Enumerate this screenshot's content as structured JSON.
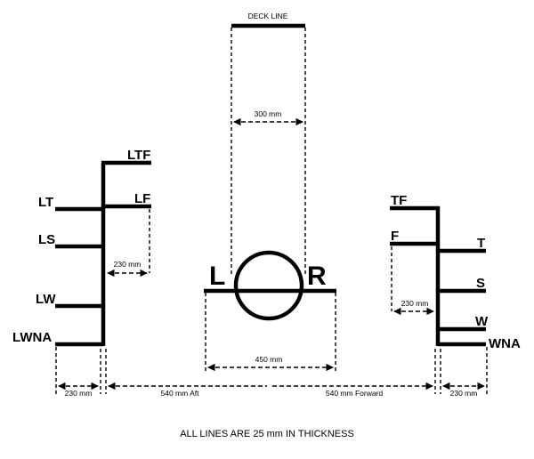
{
  "deck": {
    "deck_line_label": "DECK LINE",
    "deck_to_ring_width": "300 mm"
  },
  "center": {
    "left_label": "L",
    "right_label": "R",
    "base_width": "450 mm"
  },
  "aft_marks": {
    "LTF": "LTF",
    "LT": "LT",
    "LF": "LF",
    "LS": "LS",
    "LW": "LW",
    "LWNA": "LWNA",
    "offset": "230 mm",
    "spacing": "230 mm"
  },
  "forward_marks": {
    "TF": "TF",
    "F": "F",
    "T": "T",
    "S": "S",
    "W": "W",
    "WNA": "WNA",
    "offset": "230 mm",
    "spacing": "230 mm"
  },
  "dimensions": {
    "aft": "540 mm Aft",
    "forward": "540 mm Forward"
  },
  "footnote": "ALL LINES ARE 25 mm IN THICKNESS"
}
